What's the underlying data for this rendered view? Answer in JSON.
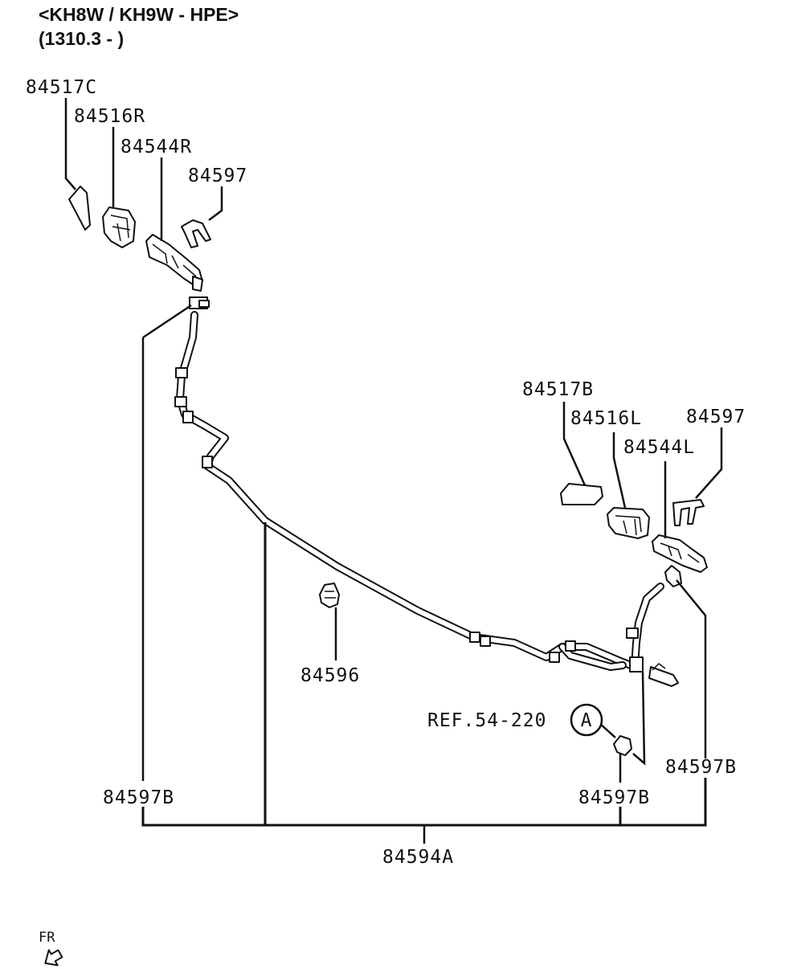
{
  "header": {
    "model": "<KH8W / KH9W - HPE>",
    "date": "(1310.3 - )"
  },
  "labels": {
    "cap_right": "84517C",
    "nozzle_right": "84516R",
    "actuator_right": "84544R",
    "clip_right_top": "84597",
    "cap_left": "84517B",
    "nozzle_left": "84516L",
    "actuator_left": "84544L",
    "clip_left_top": "84597",
    "hose_clip_center": "84596",
    "ref": "REF.54-220",
    "ref_circle": "A",
    "clip_b_right": "84597B",
    "clip_b_center": "84597B",
    "clip_b_left": "84597B",
    "hose_assembly": "84594A",
    "direction": "FR"
  },
  "icons": {
    "direction_arrow": "front-arrow-icon"
  }
}
